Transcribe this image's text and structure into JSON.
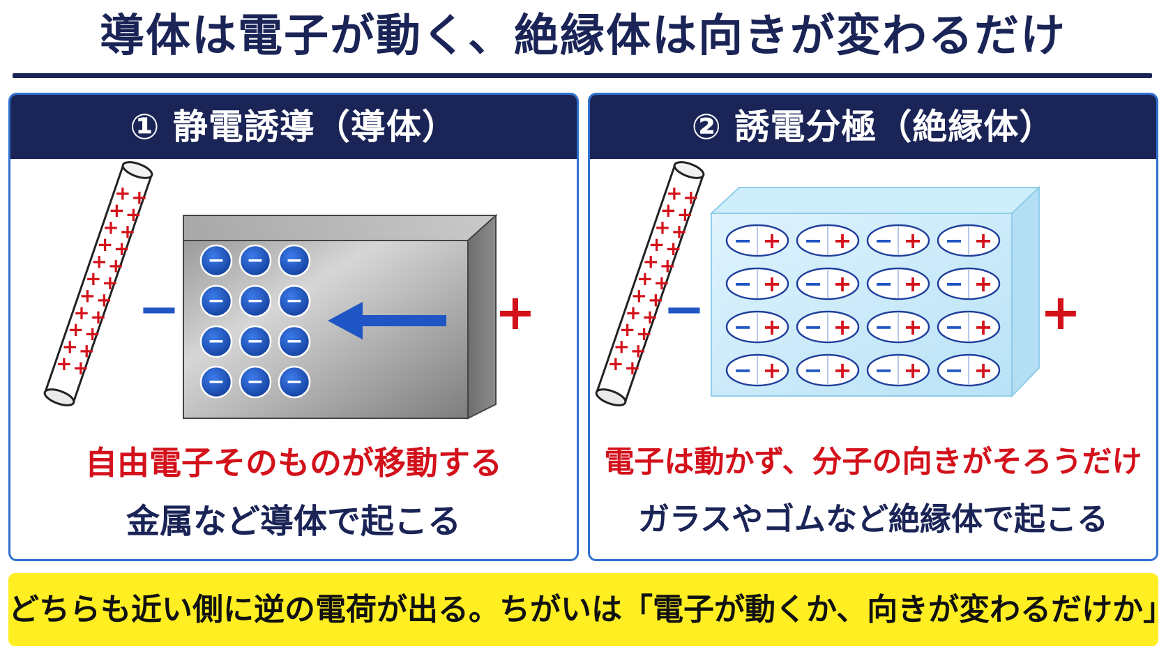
{
  "title": "導体は電子が動く、絶縁体は向きが変わるだけ",
  "panels": {
    "left": {
      "header": "① 静電誘導（導体）",
      "rod_sign": "+",
      "near_sign": "−",
      "far_sign": "+",
      "electron_sign": "−",
      "caption_red": "自由電子そのものが移動する",
      "caption_navy": "金属など導体で起こる"
    },
    "right": {
      "header": "② 誘電分極（絶縁体）",
      "rod_sign": "+",
      "near_sign": "−",
      "far_sign": "+",
      "dipole_neg": "−",
      "dipole_pos": "+",
      "caption_red": "電子は動かず、分子の向きがそろうだけ",
      "caption_navy": "ガラスやゴムなど絶縁体で起こる"
    }
  },
  "banner": "どちらも近い側に逆の電荷が出る。ちがいは「電子が動くか、向きが変わるだけか」",
  "colors": {
    "navy": "#1a2456",
    "red": "#d3111b",
    "blue": "#1f55c4",
    "yellow": "#ffee22",
    "panel_border": "#2e6fd0"
  }
}
